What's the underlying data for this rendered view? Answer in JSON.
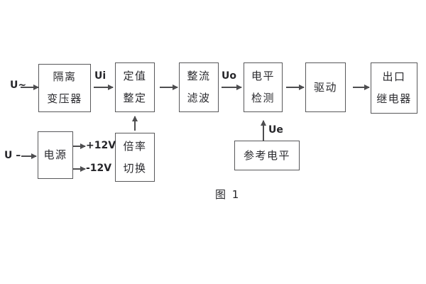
{
  "diagram": {
    "caption": "图 1",
    "blocks": {
      "isolation_transformer": {
        "line1": "隔离",
        "line2": "变压器"
      },
      "setting_adjust": {
        "line1": "定值",
        "line2": "整定"
      },
      "rectifier_filter": {
        "line1": "整流",
        "line2": "滤波"
      },
      "level_detect": {
        "line1": "电平",
        "line2": "检测"
      },
      "drive": {
        "line1": "驱动"
      },
      "output_relay": {
        "line1": "出口",
        "line2": "继电器"
      },
      "power_supply": {
        "line1": "电源"
      },
      "ratio_switch": {
        "line1": "倍率",
        "line2": "切换"
      },
      "reference_level": {
        "line1": "参考电平"
      }
    },
    "signals": {
      "ac_input": "U~",
      "dc_input": "U –",
      "ui": "Ui",
      "uo": "Uo",
      "ue": "Ue",
      "plus_12v": "+12V",
      "minus_12v": "-12V"
    },
    "colors": {
      "line": "#4e4e50",
      "text": "#2a2a2e",
      "background": "#ffffff"
    }
  }
}
